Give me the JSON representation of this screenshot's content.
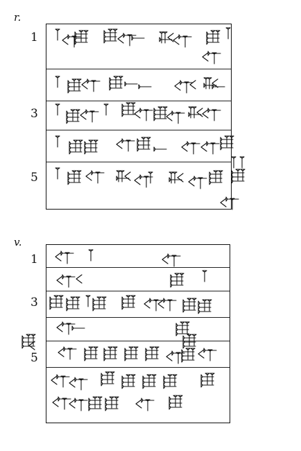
{
  "obverse": {
    "label": "r.",
    "line_numbers": [
      "1",
      "3",
      "5"
    ]
  },
  "reverse": {
    "label": "v.",
    "line_numbers": [
      "1",
      "3",
      "5"
    ]
  },
  "margin_sign_icon": "cuneiform-sign-icon"
}
